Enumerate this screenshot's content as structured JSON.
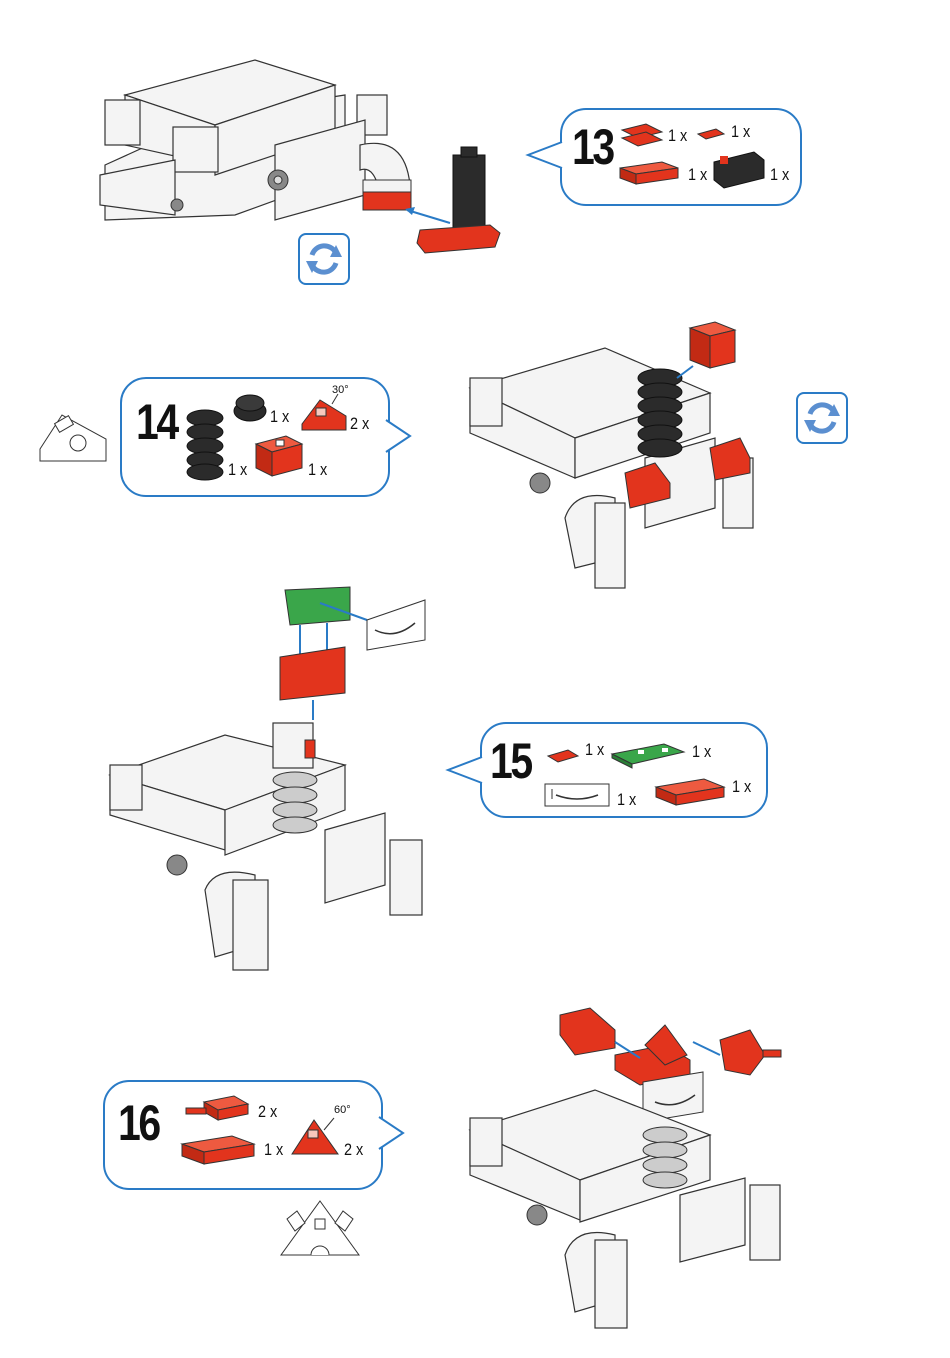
{
  "steps": [
    {
      "number": "13",
      "parts": [
        {
          "icon": "red-double-clip-part",
          "qty": "1 x"
        },
        {
          "icon": "red-small-clip-part",
          "qty": "1 x"
        },
        {
          "icon": "red-building-plate-part",
          "qty": "1 x"
        },
        {
          "icon": "black-mini-switch-part",
          "qty": "1 x"
        }
      ]
    },
    {
      "number": "14",
      "parts": [
        {
          "icon": "black-spring-part",
          "qty": "1 x"
        },
        {
          "icon": "black-cap-part",
          "qty": "1 x"
        },
        {
          "icon": "red-angle-block-30-part",
          "qty": "2 x",
          "angle": "30°"
        },
        {
          "icon": "red-building-block-part",
          "qty": "1 x"
        }
      ]
    },
    {
      "number": "15",
      "parts": [
        {
          "icon": "red-small-clip-part",
          "qty": "1 x"
        },
        {
          "icon": "green-plate-part",
          "qty": "1 x"
        },
        {
          "icon": "curved-label-part",
          "qty": "1 x"
        },
        {
          "icon": "red-building-plate-part",
          "qty": "1 x"
        }
      ]
    },
    {
      "number": "16",
      "parts": [
        {
          "icon": "red-connector-pin-part",
          "qty": "2 x"
        },
        {
          "icon": "red-building-plate-part",
          "qty": "1 x"
        },
        {
          "icon": "red-angle-block-60-part",
          "qty": "2 x",
          "angle": "60°"
        }
      ]
    }
  ],
  "colors": {
    "callout_border": "#2a7bc6",
    "part_red": "#e2341d",
    "part_black": "#2b2b2b",
    "part_green": "#3aa64a",
    "part_white": "#f4f4f4",
    "arrow_blue": "#2a7bc6"
  }
}
